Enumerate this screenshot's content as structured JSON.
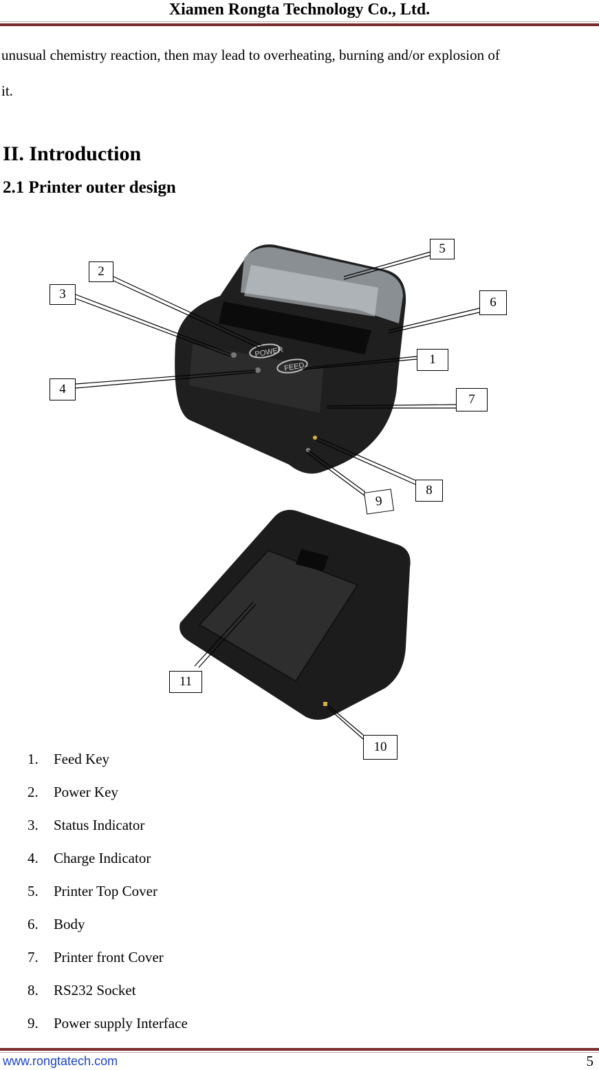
{
  "header": {
    "company": "Xiamen Rongta Technology Co., Ltd."
  },
  "body": {
    "continuation_line1": "unusual chemistry reaction, then may lead to overheating, burning and/or explosion of",
    "continuation_line2": "it.",
    "section_heading": "II. Introduction",
    "subsection_heading": "2.1 Printer outer design"
  },
  "figure": {
    "callouts": [
      "1",
      "2",
      "3",
      "4",
      "5",
      "6",
      "7",
      "8",
      "9",
      "10",
      "11"
    ],
    "printer_labels": {
      "power": "POWER",
      "feed": "FEED"
    }
  },
  "parts_list": [
    {
      "num": "1.",
      "label": "Feed Key"
    },
    {
      "num": "2.",
      "label": "Power Key"
    },
    {
      "num": "3.",
      "label": "Status Indicator"
    },
    {
      "num": "4.",
      "label": "Charge Indicator"
    },
    {
      "num": "5.",
      "label": "Printer Top Cover"
    },
    {
      "num": "6.",
      "label": "Body"
    },
    {
      "num": "7.",
      "label": "Printer front Cover"
    },
    {
      "num": "8.",
      "label": "RS232 Socket"
    },
    {
      "num": "9.",
      "label": "Power supply Interface"
    }
  ],
  "footer": {
    "url": "www.rongtatech.com",
    "page": "5"
  },
  "colors": {
    "rule": "#7a2a2a",
    "link": "#1a44c8"
  }
}
